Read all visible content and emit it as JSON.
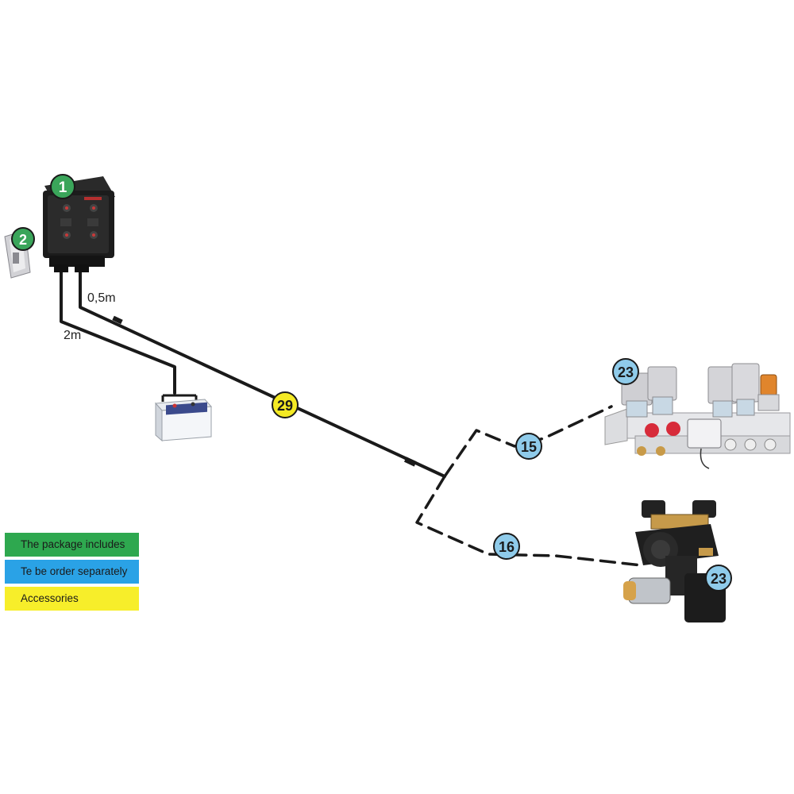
{
  "colors": {
    "package_includes": "#2ea84f",
    "order_separately": "#2aa2e6",
    "accessories": "#f7ee2a",
    "badge_green": "#3aa55a",
    "badge_blue": "#8fcbea",
    "badge_yellow": "#f4ea24",
    "cable": "#1a1a1a"
  },
  "legend": [
    {
      "key": "package_includes",
      "label": "The package includes"
    },
    {
      "key": "order_separately",
      "label": "Te be order separately"
    },
    {
      "key": "accessories",
      "label": "Accessories"
    }
  ],
  "cable_labels": {
    "short": "0,5m",
    "long": "2m"
  },
  "badges": {
    "controller": "1",
    "bracket": "2",
    "cable_main": "29",
    "cable_a": "15",
    "cable_b": "16",
    "valve_top": "23",
    "valve_bottom": "23"
  },
  "icons": [
    "control-box-icon",
    "mounting-bracket-icon",
    "battery-icon",
    "section-valve-block-icon",
    "main-valve-icon"
  ]
}
